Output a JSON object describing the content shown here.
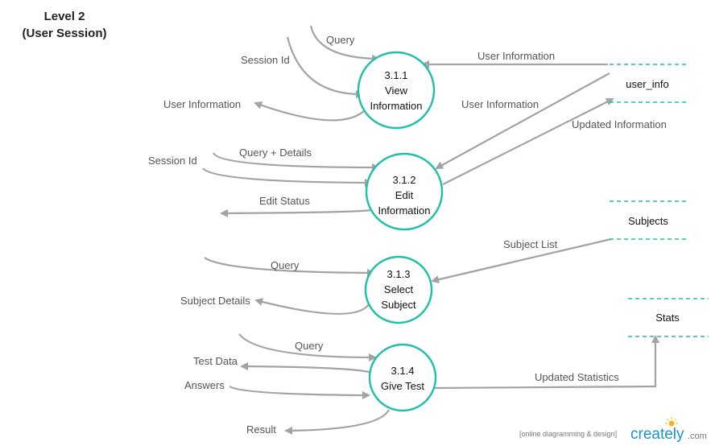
{
  "title": {
    "line1": "Level 2",
    "line2": "(User Session)"
  },
  "processes": [
    {
      "id": "3.1.1",
      "lines": [
        "View",
        "Information"
      ]
    },
    {
      "id": "3.1.2",
      "lines": [
        "Edit",
        "Information"
      ]
    },
    {
      "id": "3.1.3",
      "lines": [
        "Select",
        "Subject"
      ]
    },
    {
      "id": "3.1.4",
      "lines": [
        "Give Test"
      ]
    }
  ],
  "stores": [
    {
      "name": "user_info"
    },
    {
      "name": "Subjects"
    },
    {
      "name": "Stats"
    }
  ],
  "flows": {
    "query_1": "Query",
    "session_id_1": "Session Id",
    "user_info_out": "User Information",
    "user_info_from_store": "User Information",
    "user_info_to_edit": "User Information",
    "updated_info": "Updated Information",
    "query_details": "Query + Details",
    "session_id_2": "Session Id",
    "edit_status": "Edit Status",
    "subject_list": "Subject List",
    "query_3": "Query",
    "subject_details": "Subject Details",
    "query_4": "Query",
    "test_data": "Test Data",
    "answers": "Answers",
    "updated_stats": "Updated Statistics",
    "result": "Result"
  },
  "watermark": {
    "tagline": "[online diagramming & design]",
    "brand": "creately",
    "suffix": ".com"
  },
  "colors": {
    "process_border": "#1ebfa8",
    "store_line": "#1ebfa8",
    "flow": "#a3a3a3",
    "brand": "#1793c9"
  }
}
